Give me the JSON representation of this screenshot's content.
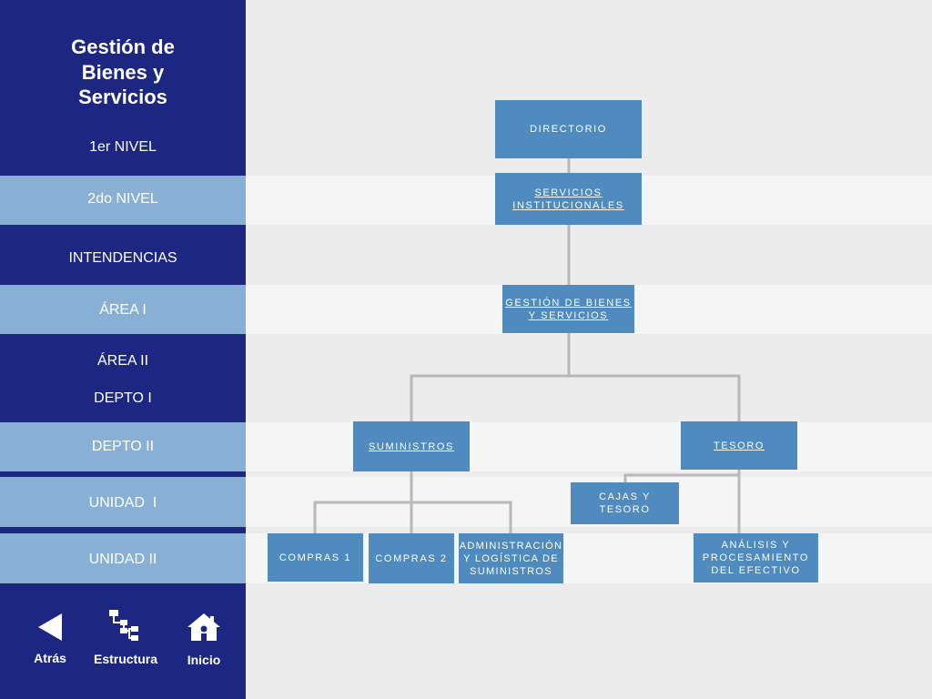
{
  "sidebar": {
    "title": [
      "Gestión de",
      "Bienes y",
      "Servicios"
    ],
    "levels": [
      "1er NIVEL",
      "2do NIVEL",
      "INTENDENCIAS",
      "ÁREA I",
      "ÁREA II",
      "DEPTO I",
      "DEPTO II",
      "UNIDAD  I",
      "UNIDAD II"
    ]
  },
  "nav": {
    "back_label": "Atrás",
    "structure_label": "Estructura",
    "home_label": "Inicio",
    "back_icon": "triangle-left-icon",
    "structure_icon": "org-chart-icon",
    "home_icon": "house-icon"
  },
  "org_chart": {
    "directorio": "DIRECTORIO",
    "servicios_institucionales": [
      "SERVICIOS",
      "INSTITUCIONALES"
    ],
    "gestion": [
      "GESTIÓN DE BIENES",
      "Y SERVICIOS"
    ],
    "suministros": "SUMINISTROS",
    "tesoro": "TESORO",
    "cajas_tesoro": [
      "CAJAS Y",
      "TESORO"
    ],
    "compras1": "COMPRAS 1",
    "compras2": "COMPRAS 2",
    "administracion": [
      "ADMINISTRACIÓN",
      "Y LOGÍSTICA DE",
      "SUMINISTROS"
    ],
    "analisis": [
      "ANÁLISIS Y",
      "PROCESAMIENTO",
      "DEL EFECTIVO"
    ]
  },
  "colors": {
    "sidebar_dark": "#1d2680",
    "sidebar_light": "#88b0d4",
    "node": "#4f8bbf",
    "connector": "#b8b8b8",
    "background": "#ececec"
  }
}
